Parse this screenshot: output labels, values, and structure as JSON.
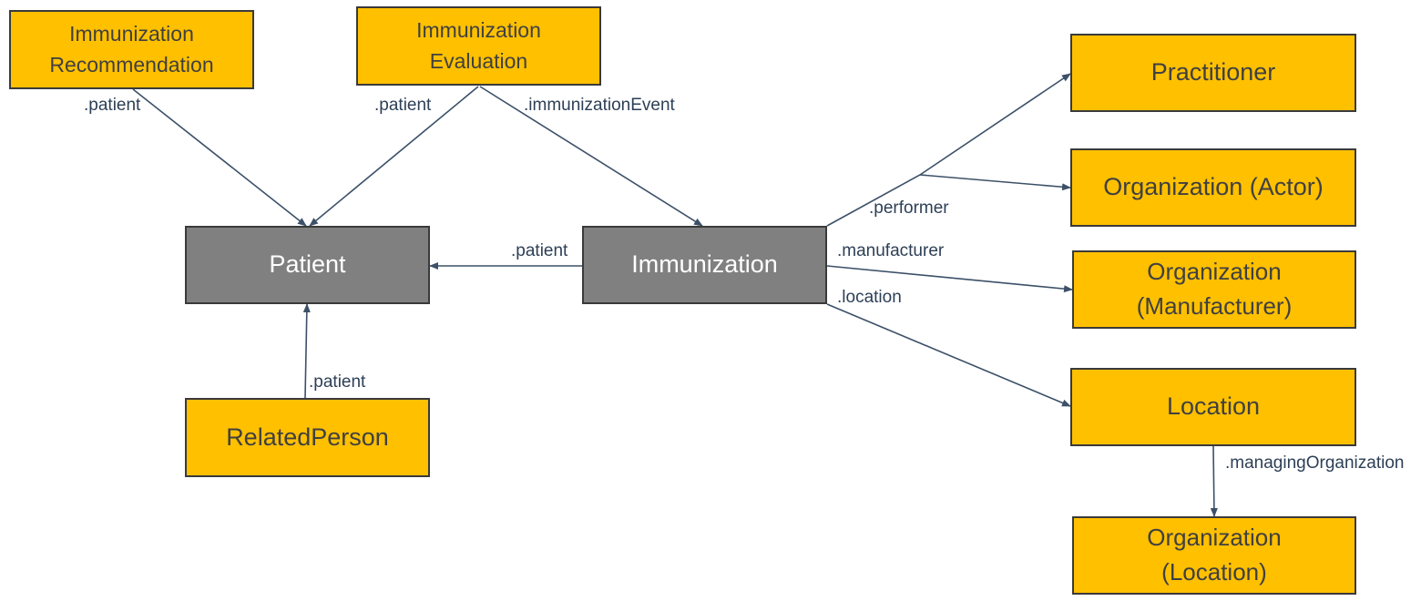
{
  "colors": {
    "resource_fill": "#FFC000",
    "focus_fill": "#808080",
    "text_dark": "#404040",
    "text_light": "#ffffff",
    "border": "#3a3a3a",
    "edge": "#3c5068",
    "edge_label": "#2d3f56"
  },
  "nodes": [
    {
      "id": "immunization-recommendation",
      "label": "Immunization\nRecommendation",
      "kind": "resource"
    },
    {
      "id": "immunization-evaluation",
      "label": "Immunization\nEvaluation",
      "kind": "resource"
    },
    {
      "id": "patient",
      "label": "Patient",
      "kind": "focus"
    },
    {
      "id": "immunization",
      "label": "Immunization",
      "kind": "focus"
    },
    {
      "id": "related-person",
      "label": "RelatedPerson",
      "kind": "resource"
    },
    {
      "id": "practitioner",
      "label": "Practitioner",
      "kind": "resource"
    },
    {
      "id": "organization-actor",
      "label": "Organization (Actor)",
      "kind": "resource"
    },
    {
      "id": "organization-manufacturer",
      "label": "Organization\n(Manufacturer)",
      "kind": "resource"
    },
    {
      "id": "location",
      "label": "Location",
      "kind": "resource"
    },
    {
      "id": "organization-location",
      "label": "Organization\n(Location)",
      "kind": "resource"
    }
  ],
  "edges": [
    {
      "id": "rec-patient",
      "from": "immunization-recommendation",
      "to": "patient",
      "label": ".patient"
    },
    {
      "id": "eval-patient",
      "from": "immunization-evaluation",
      "to": "patient",
      "label": ".patient"
    },
    {
      "id": "eval-event",
      "from": "immunization-evaluation",
      "to": "immunization",
      "label": ".immunizationEvent"
    },
    {
      "id": "imm-patient",
      "from": "immunization",
      "to": "patient",
      "label": ".patient"
    },
    {
      "id": "related-patient",
      "from": "related-person",
      "to": "patient",
      "label": ".patient"
    },
    {
      "id": "performer-practitioner",
      "from": "immunization",
      "to": "practitioner",
      "label": ".performer"
    },
    {
      "id": "performer-org",
      "from": "immunization",
      "to": "organization-actor",
      "label": ""
    },
    {
      "id": "imm-manufacturer",
      "from": "immunization",
      "to": "organization-manufacturer",
      "label": ".manufacturer"
    },
    {
      "id": "imm-location",
      "from": "immunization",
      "to": "location",
      "label": ".location"
    },
    {
      "id": "loc-managing",
      "from": "location",
      "to": "organization-location",
      "label": ".managingOrganization"
    }
  ]
}
